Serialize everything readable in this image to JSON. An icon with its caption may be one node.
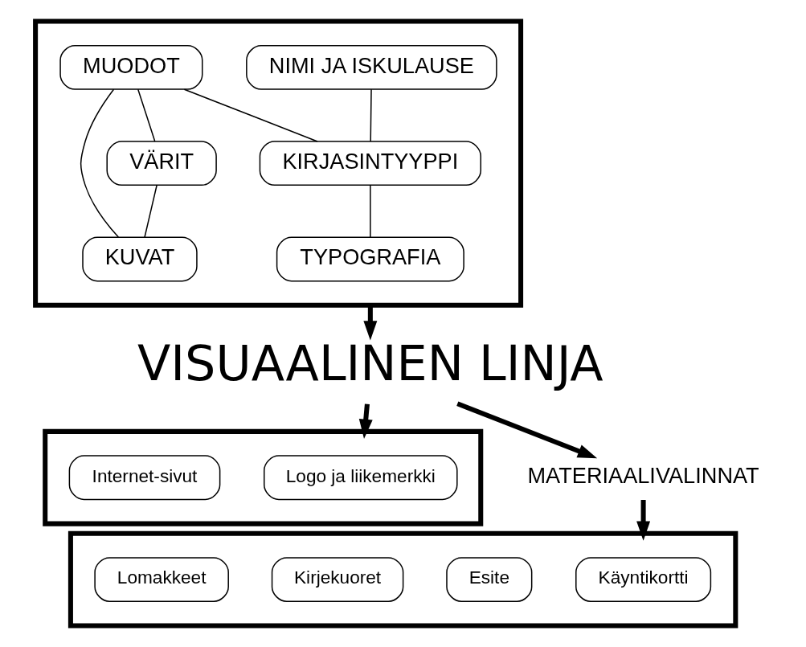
{
  "diagram": {
    "nodes": [
      {
        "text": [],
        "shape": "box"
      },
      {
        "text": [
          "NIMI JA ISKULAUSE"
        ],
        "in": 0
      },
      {
        "text": [
          "MUODOT"
        ],
        "in": 0
      },
      {
        "text": [
          "KUVAT"
        ],
        "in": 0
      },
      {
        "text": [
          "VÄRIT"
        ],
        "in": 0
      },
      {
        "text": [
          "KIRJASINTYYPPI"
        ],
        "in": 0
      },
      {
        "text": [
          "TYPOGRAFIA"
        ],
        "in": 0
      },
      {
        "text": [
          "VISUAALINEN LINJA"
        ]
      },
      {
        "text": [],
        "shape": "box"
      },
      {
        "text": [
          "Logo ja liikemerkki"
        ],
        "in": 8
      },
      {
        "text": [
          "Internet-sivut"
        ],
        "in": 8
      },
      {
        "text": [
          "MATERIAALIVALINNAT"
        ]
      },
      {
        "text": [],
        "shape": "box"
      },
      {
        "text": [
          "Käyntikortti"
        ],
        "in": 12
      },
      {
        "text": [
          "Esite"
        ],
        "in": 12
      },
      {
        "text": [
          "Kirjekuoret"
        ],
        "in": 12
      },
      {
        "text": [
          "Lomakkeet"
        ],
        "in": 12
      }
    ],
    "edges": [
      {
        "from": 1,
        "to": 5,
        "arrow": "none"
      },
      {
        "from": 2,
        "to": 5,
        "arrow": "none"
      },
      {
        "from": 2,
        "to": 3,
        "arrow": "none"
      },
      {
        "from": 2,
        "to": 4,
        "arrow": "none"
      },
      {
        "from": 4,
        "to": 3,
        "arrow": "none"
      },
      {
        "from": 5,
        "to": 6,
        "arrow": "none"
      },
      {
        "from": 0,
        "to": 7,
        "arrow": "to",
        "style": "thick"
      },
      {
        "from": 7,
        "to": 8,
        "arrow": "to",
        "style": "thick"
      },
      {
        "from": 7,
        "to": 11,
        "arrow": "to",
        "style": "thick"
      },
      {
        "from": 11,
        "to": 12,
        "arrow": "to",
        "style": "thick"
      }
    ]
  }
}
